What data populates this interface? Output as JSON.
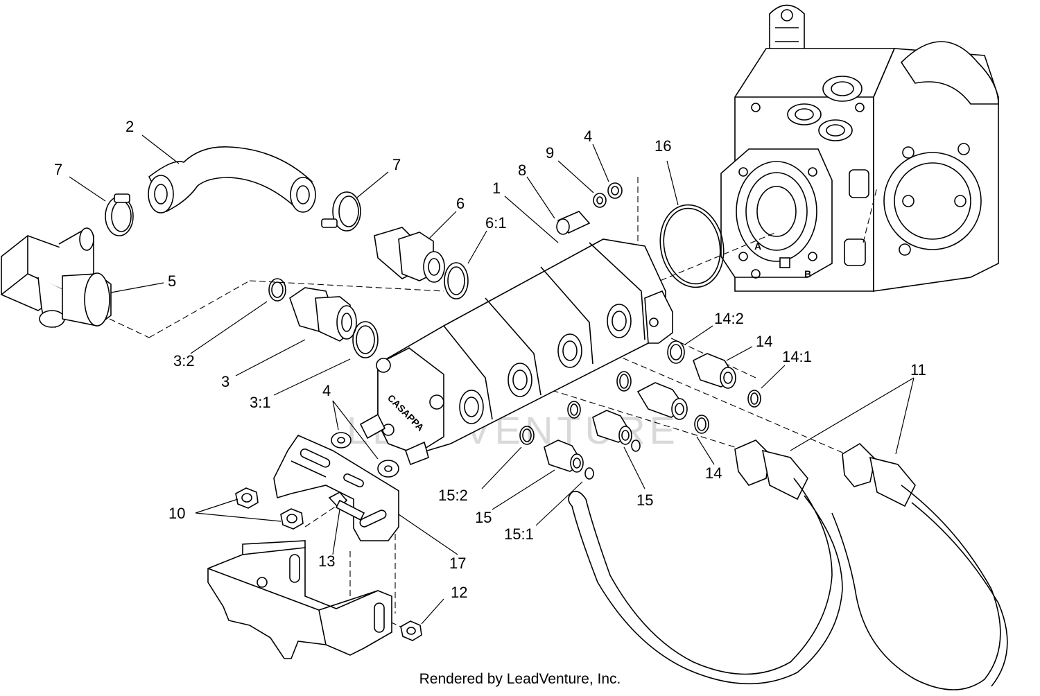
{
  "footer": "Rendered by LeadVenture, Inc.",
  "watermark": "LEADVENTURE",
  "pump_brand": "CASAPPA",
  "port_letters": {
    "a": "A",
    "b": "B"
  },
  "callouts": [
    {
      "id": "c1",
      "label": "1"
    },
    {
      "id": "c2",
      "label": "2"
    },
    {
      "id": "c3",
      "label": "3"
    },
    {
      "id": "c3-1",
      "label": "3:1"
    },
    {
      "id": "c3-2",
      "label": "3:2"
    },
    {
      "id": "c4a",
      "label": "4"
    },
    {
      "id": "c4b",
      "label": "4"
    },
    {
      "id": "c5",
      "label": "5"
    },
    {
      "id": "c6",
      "label": "6"
    },
    {
      "id": "c6-1",
      "label": "6:1"
    },
    {
      "id": "c7a",
      "label": "7"
    },
    {
      "id": "c7b",
      "label": "7"
    },
    {
      "id": "c8",
      "label": "8"
    },
    {
      "id": "c9",
      "label": "9"
    },
    {
      "id": "c10",
      "label": "10"
    },
    {
      "id": "c11",
      "label": "11"
    },
    {
      "id": "c12",
      "label": "12"
    },
    {
      "id": "c13",
      "label": "13"
    },
    {
      "id": "c14a",
      "label": "14"
    },
    {
      "id": "c14b",
      "label": "14"
    },
    {
      "id": "c14-1",
      "label": "14:1"
    },
    {
      "id": "c14-2",
      "label": "14:2"
    },
    {
      "id": "c15a",
      "label": "15"
    },
    {
      "id": "c15b",
      "label": "15"
    },
    {
      "id": "c15-1",
      "label": "15:1"
    },
    {
      "id": "c15-2",
      "label": "15:2"
    },
    {
      "id": "c16",
      "label": "16"
    },
    {
      "id": "c17",
      "label": "17"
    }
  ]
}
